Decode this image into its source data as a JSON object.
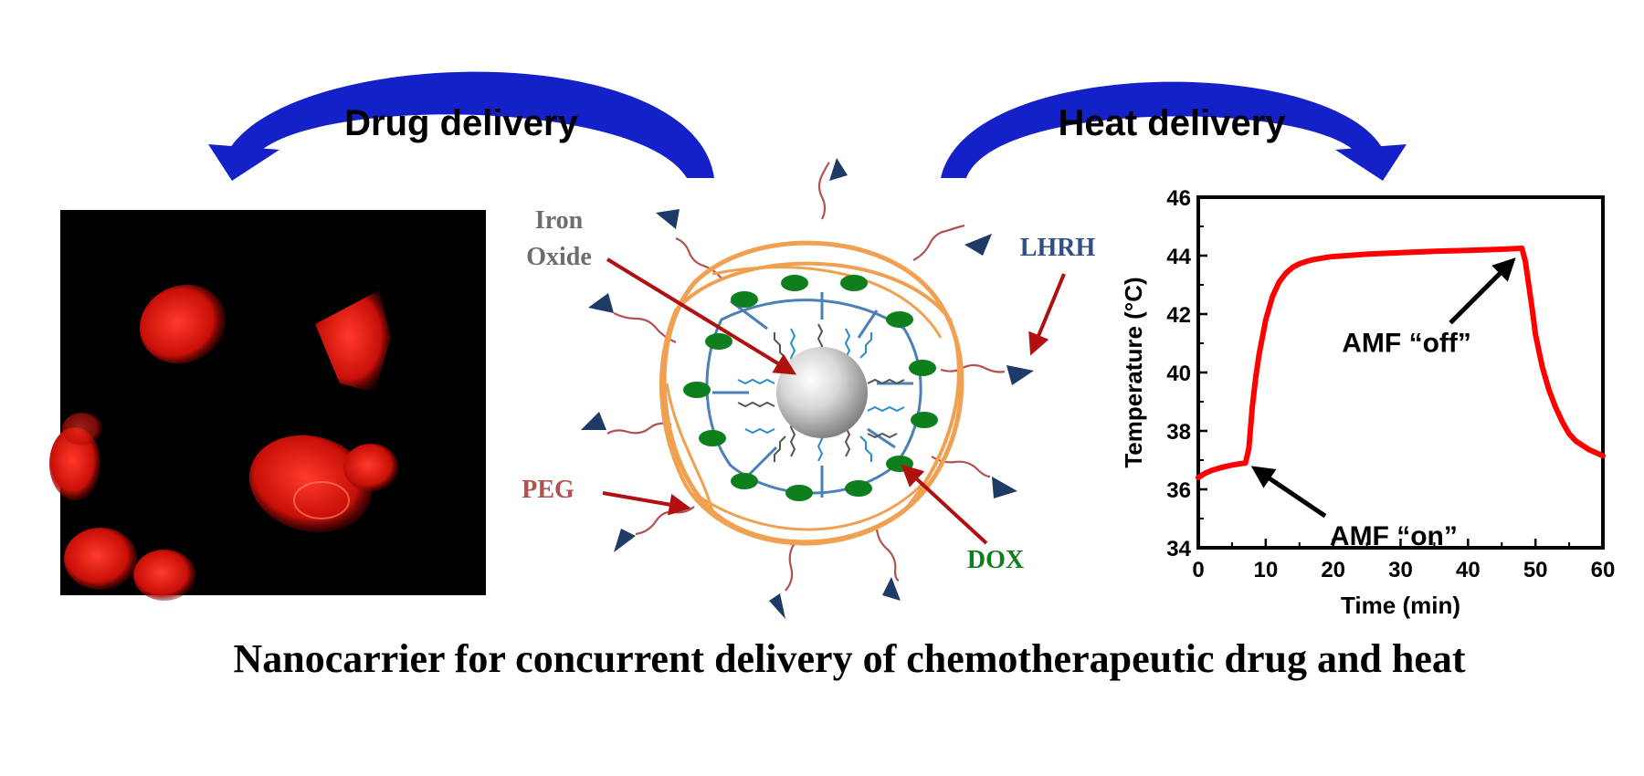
{
  "arrows": {
    "left_label": "Drug delivery",
    "right_label": "Heat delivery",
    "color": "#1420c8"
  },
  "micrograph": {
    "background": "#000000",
    "cell_color": "#e0140e"
  },
  "nanocarrier": {
    "labels": {
      "iron_oxide_line1": "Iron",
      "iron_oxide_line2": "Oxide",
      "lhrh": "LHRH",
      "peg": "PEG",
      "dox": "DOX"
    },
    "colors": {
      "iron_oxide": "#6d6d6d",
      "lhrh": "#2f4f86",
      "peg": "#b3504f",
      "dox": "#0f7f1e",
      "pointer": "#b01010",
      "shell": "#f0a050",
      "ligand": "#1e3a66"
    }
  },
  "chart_data": {
    "type": "line",
    "xlabel": "Time (min)",
    "ylabel": "Temperature (°C)",
    "xlim": [
      0,
      60
    ],
    "ylim": [
      34,
      46
    ],
    "xticks": [
      0,
      10,
      20,
      30,
      40,
      50,
      60
    ],
    "yticks": [
      34,
      36,
      38,
      40,
      42,
      44,
      46
    ],
    "grid": false,
    "series": [
      {
        "color": "#ff0000",
        "x": [
          0,
          1,
          2,
          3,
          4,
          5,
          6,
          7,
          7.5,
          8,
          8.5,
          9,
          10,
          11,
          12,
          13,
          14,
          15,
          16,
          17,
          18,
          19,
          20,
          22,
          25,
          30,
          35,
          40,
          45,
          48,
          48.5,
          49,
          49.5,
          50,
          51,
          52,
          53,
          54,
          55,
          56,
          57,
          58,
          59,
          60
        ],
        "y": [
          36.4,
          36.55,
          36.65,
          36.72,
          36.78,
          36.83,
          36.87,
          36.9,
          37.4,
          38.8,
          39.8,
          40.6,
          41.8,
          42.6,
          43.1,
          43.4,
          43.6,
          43.72,
          43.8,
          43.86,
          43.9,
          43.94,
          43.97,
          44.0,
          44.05,
          44.1,
          44.15,
          44.18,
          44.22,
          44.25,
          43.8,
          43.0,
          42.2,
          41.3,
          40.2,
          39.4,
          38.8,
          38.3,
          37.9,
          37.65,
          37.5,
          37.35,
          37.25,
          37.15
        ]
      }
    ],
    "annotations": [
      {
        "text": "AMF “on”",
        "x": 7.3,
        "y": 36.9
      },
      {
        "text": "AMF “off”",
        "x": 48.5,
        "y": 44.2
      }
    ]
  },
  "caption": "Nanocarrier  for concurrent delivery of chemotherapeutic drug and heat"
}
